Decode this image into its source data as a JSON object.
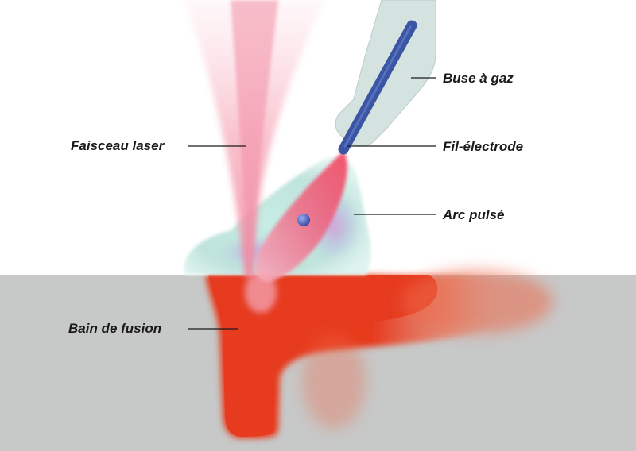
{
  "diagram": {
    "labels": {
      "laser_beam": "Faisceau laser",
      "gas_nozzle": "Buse à gaz",
      "wire_electrode": "Fil-électrode",
      "pulsed_arc": "Arc pulsé",
      "weld_pool": "Bain de fusion"
    },
    "colors": {
      "workpiece": "#c7c8c8",
      "weld_pool": "#e63b1f",
      "laser": "#f28aa0",
      "arc_halo": "#bfe3dc",
      "arc_core": "#ee5a7e",
      "nozzle": "#d4e2e0",
      "wire": "#3a55a3",
      "leader_line": "#1a1a1a"
    }
  }
}
